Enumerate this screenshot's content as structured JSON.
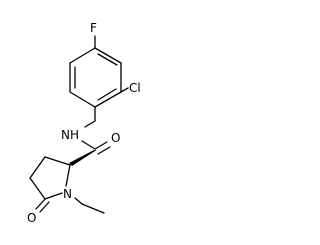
{
  "molecule": {
    "atoms": {
      "fluorine": "F",
      "chlorine": "Cl",
      "amide_nitrogen": "NH",
      "amide_oxygen": "O",
      "ring_nitrogen": "N",
      "lactam_oxygen": "O"
    },
    "colors": {
      "bond": "#000000",
      "label": "#000000",
      "background": "#ffffff"
    }
  }
}
